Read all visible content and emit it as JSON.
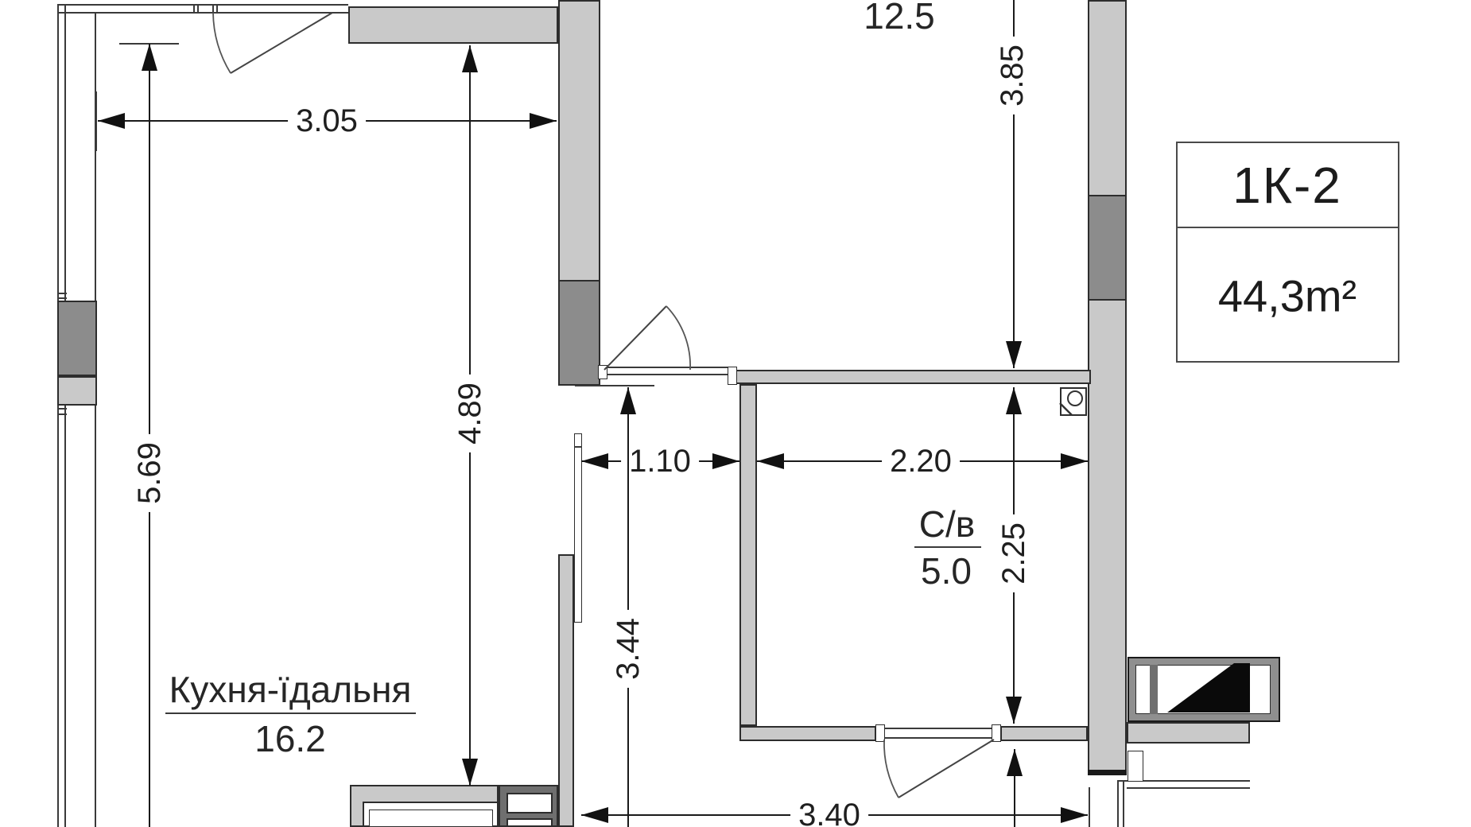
{
  "info_box": {
    "unit": "1К-2",
    "area": "44,3m²"
  },
  "rooms": {
    "living": {
      "area": "12.5"
    },
    "kitchen": {
      "name": "Кухня-їдальня",
      "area": "16.2"
    },
    "bathroom": {
      "name": "С/в",
      "area": "5.0"
    }
  },
  "dimensions": {
    "top_width": "3.05",
    "kitchen_height_full": "5.69",
    "kitchen_height_inner": "4.89",
    "living_height": "3.85",
    "hall_width": "1.10",
    "bathroom_width": "2.20",
    "bathroom_height": "2.25",
    "hall_height": "3.44",
    "bottom_width": "3.40"
  },
  "colors": {
    "wall_light": "#c9c9c9",
    "wall_dark": "#8c8c8c",
    "outline": "#2d2d2d",
    "dim": "#1a1a1a"
  }
}
